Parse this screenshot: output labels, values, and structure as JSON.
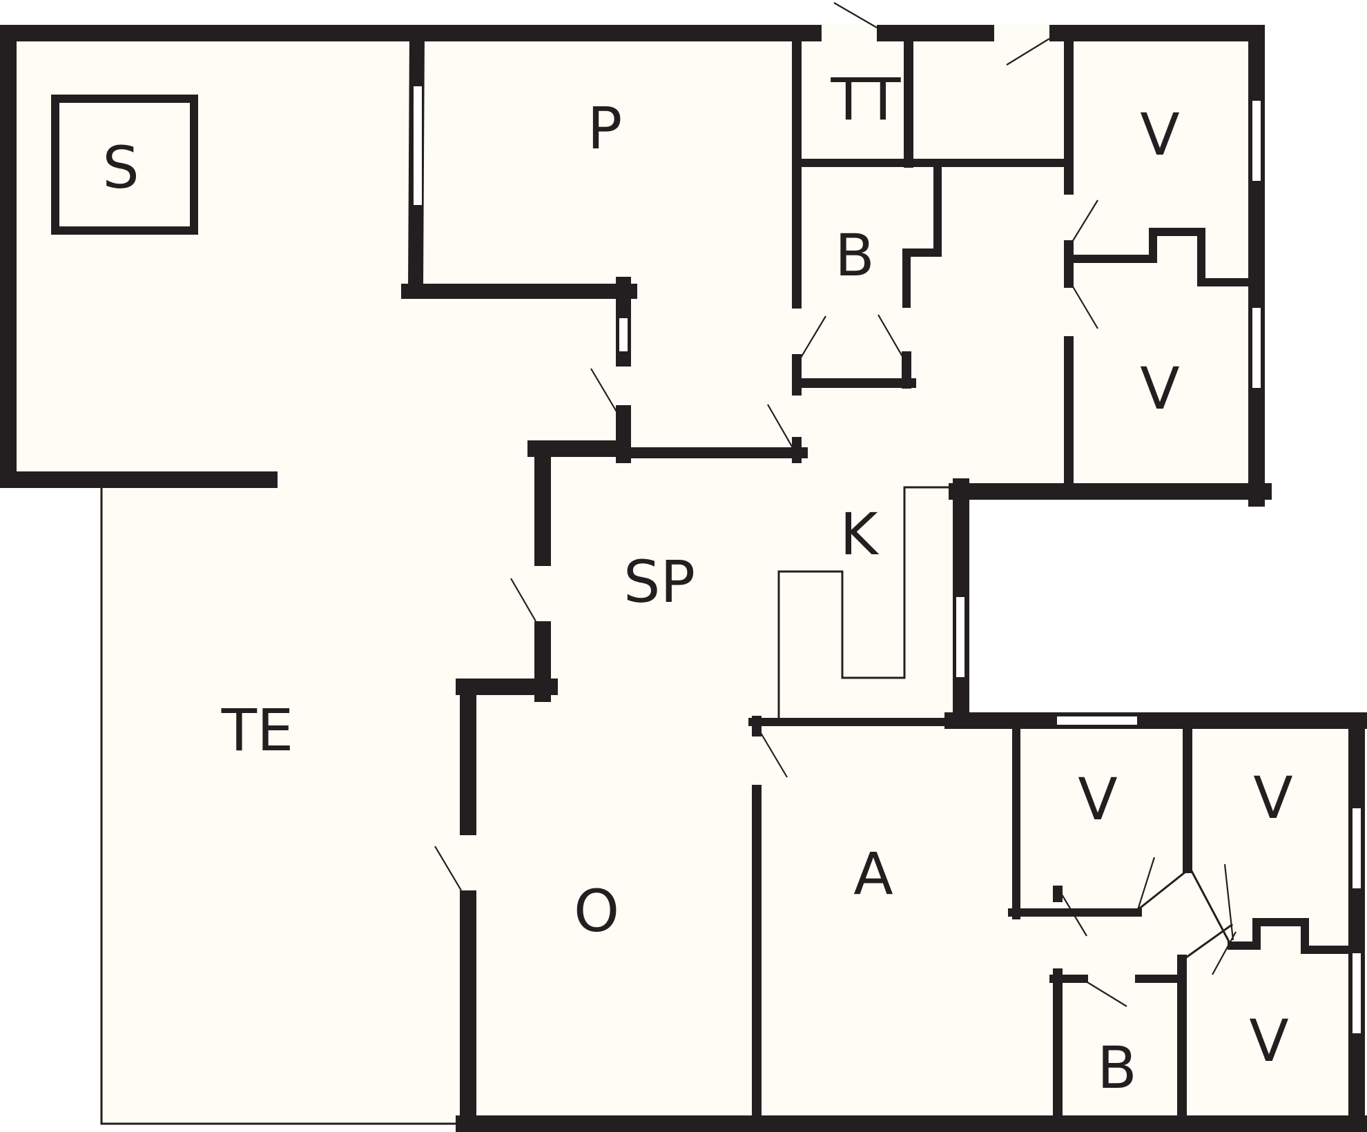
{
  "colors": {
    "wall": "#231f20",
    "floor": "#fdfdf6",
    "background": "#ffffff"
  },
  "rooms": {
    "s": "S",
    "p": "P",
    "tt": "TT",
    "b_top": "B",
    "v1": "V",
    "v2": "V",
    "sp": "SP",
    "k": "K",
    "te": "TE",
    "o": "O",
    "a": "A",
    "v3": "V",
    "v4": "V",
    "b_bottom": "B",
    "v5": "V"
  }
}
